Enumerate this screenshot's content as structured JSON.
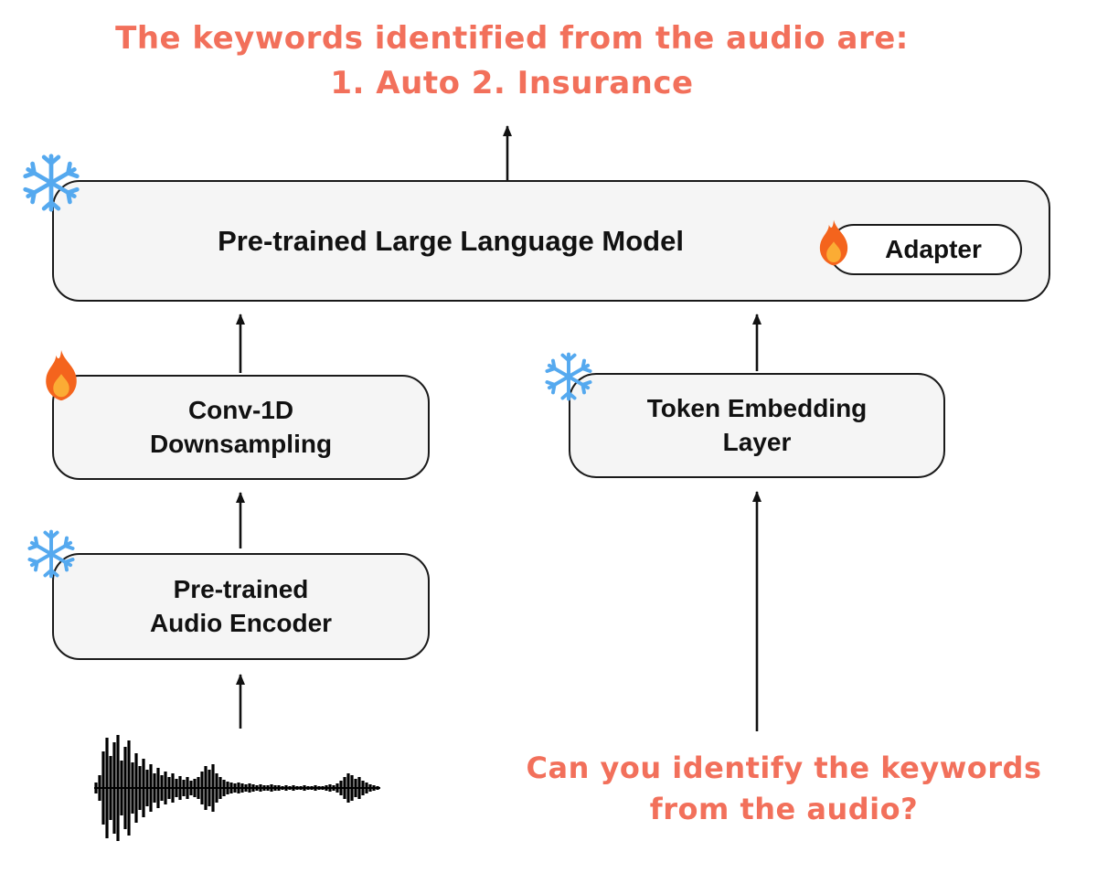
{
  "diagram": {
    "output_text": {
      "line1": "The keywords identified from the audio are:",
      "line2": "1. Auto 2. Insurance"
    },
    "input_text": {
      "line1": "Can you identify the keywords",
      "line2": "from the audio?"
    },
    "boxes": {
      "llm": {
        "label": "Pre-trained Large Language Model",
        "state_icon": "snowflake-icon"
      },
      "adapter": {
        "label": "Adapter",
        "state_icon": "fire-icon"
      },
      "conv": {
        "line1": "Conv-1D",
        "line2": "Downsampling",
        "state_icon": "fire-icon"
      },
      "token": {
        "line1": "Token Embedding",
        "line2": "Layer",
        "state_icon": "snowflake-icon"
      },
      "audio_encoder": {
        "line1": "Pre-trained",
        "line2": "Audio Encoder",
        "state_icon": "snowflake-icon"
      }
    },
    "colors": {
      "accent_text": "#F2705B",
      "box_fill": "#F5F5F5",
      "box_border": "#1A1A1A",
      "arrow": "#111111",
      "snowflake": "#55A9EF",
      "flame_outer": "#F4641D",
      "flame_inner": "#FBAC34"
    }
  }
}
